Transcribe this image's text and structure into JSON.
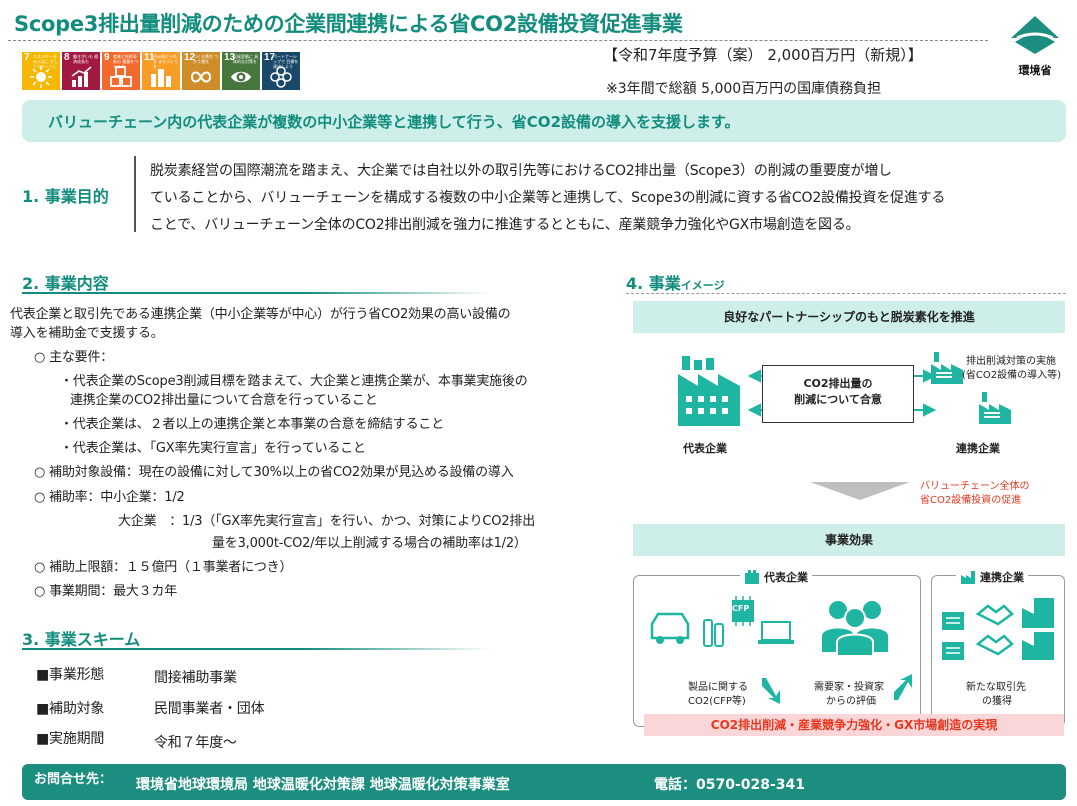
{
  "title": "Scope3排出量削減のための企業間連携による省CO2設備投資促進事業",
  "sdgs": [
    {
      "num": "7",
      "text": "エネルギーをみんなに そしてクリーンに",
      "color": "#f6b700",
      "icon": "sun-icon"
    },
    {
      "num": "8",
      "text": "働きがいも 経済成長も",
      "color": "#a21a42",
      "icon": "growth-chart-icon"
    },
    {
      "num": "9",
      "text": "産業と技術革新の 基盤をつくろう",
      "color": "#f26a2e",
      "icon": "cubes-icon"
    },
    {
      "num": "11",
      "text": "住み続けられる まちづくりを",
      "color": "#f99d26",
      "icon": "city-icon"
    },
    {
      "num": "12",
      "text": "つくる責任 つかう責任",
      "color": "#cf8d2a",
      "icon": "infinity-icon"
    },
    {
      "num": "13",
      "text": "気候変動に 具体的な対策を",
      "color": "#48773e",
      "icon": "eye-globe-icon"
    },
    {
      "num": "17",
      "text": "パートナーシップで 目標を達成しよう",
      "color": "#19486a",
      "icon": "flower-icon"
    }
  ],
  "budget": {
    "line1": "【令和7年度予算（案） 2,000百万円（新規）】",
    "line2": "※3年間で総額 5,000百万円の国庫債務負担"
  },
  "logo": {
    "text": "環境省",
    "color": "#1b8e7f"
  },
  "banner": "バリューチェーン内の代表企業が複数の中小企業等と連携して行う、省CO2設備の導入を支援します。",
  "section1": {
    "heading": "1. 事業目的",
    "lines": [
      "脱炭素経営の国際潮流を踏まえ、大企業では自社以外の取引先等におけるCO2排出量（Scope3）の削減の重要度が増し",
      "ていることから、バリューチェーンを構成する複数の中小企業等と連携して、Scope3の削減に資する省CO2設備投資を促進する",
      "ことで、バリューチェーン全体のCO2排出削減を強力に推進するとともに、産業競争力強化やGX市場創造を図る。"
    ]
  },
  "section2": {
    "heading": "2. 事業内容",
    "intro1": "代表企業と取引先である連携企業（中小企業等が中心）が行う省CO2効果の高い設備の",
    "intro2": "導入を補助金で支援する。",
    "req_head": "○ 主な要件：",
    "req1a": "・代表企業のScope3削減目標を踏まえて、大企業と連携企業が、本事業実施後の",
    "req1b": "連携企業のCO2排出量について合意を行っていること",
    "req2": "・代表企業は、２者以上の連携企業と本事業の合意を締結すること",
    "req3": "・代表企業は、「GX率先実行宣言」を行っていること",
    "target": "○ 補助対象設備：現在の設備に対して30%以上の省CO2効果が見込める設備の導入",
    "rate1": "○ 補助率：中小企業：1/2",
    "rate2": "大企業　：1/3（「GX率先実行宣言」を行い、かつ、対策によりCO2排出",
    "rate3": "量を3,000t-CO2/年以上削減する場合の補助率は1/2）",
    "limit": "○ 補助上限額：１５億円（１事業者につき）",
    "period": "○ 事業期間：最大３カ年"
  },
  "section3": {
    "heading": "3. 事業スキーム",
    "rows": [
      {
        "label": "■事業形態",
        "value": "間接補助事業"
      },
      {
        "label": "■補助対象",
        "value": "民間事業者・団体"
      },
      {
        "label": "■実施期間",
        "value": "令和７年度～"
      }
    ]
  },
  "section4": {
    "heading_main": "4. 事業",
    "heading_sub": "イメージ",
    "partner_bar": "良好なパートナーシップのもと脱炭素化を推進",
    "co2box_line1": "CO2排出量の",
    "co2box_line2": "削減について合意",
    "rep_label": "代表企業",
    "part_label": "連携企業",
    "note1": "排出削減対策の実施",
    "note2": "(省CO2設備の導入等)",
    "vc_note1": "バリューチェーン全体の",
    "vc_note2": "省CO2設備投資の促進",
    "effect_bar": "事業効果",
    "box_rep_title": "代表企業",
    "box_part_title": "連携企業",
    "cfp1": "製品に関する",
    "cfp2": "CO2(CFP等)",
    "eval1": "需要家・投資家",
    "eval2": "からの評価",
    "new1": "新たな取引先",
    "new2": "の獲得",
    "cfp_badge": "CFP",
    "result": "CO2排出削減・産業競争力強化・GX市場創造の実現"
  },
  "footer": {
    "label": "お問合せ先：",
    "org": "環境省地球環境局 地球温暖化対策課 地球温暖化対策事業室",
    "tel": "電話：0570-028-341"
  },
  "colors": {
    "teal": "#128d7d",
    "banner_bg": "#cdeee9",
    "red": "#e8361f",
    "pink": "#fbd6d8"
  }
}
